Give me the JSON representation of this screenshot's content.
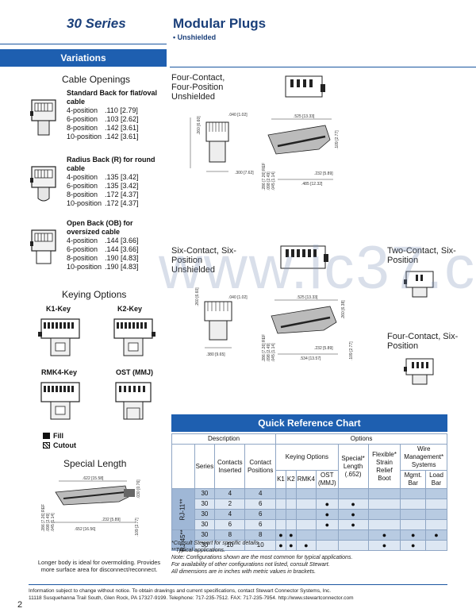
{
  "header": {
    "series": "30 Series",
    "title": "Modular Plugs",
    "subtitle": "• Unshielded"
  },
  "variations": {
    "title": "Variations"
  },
  "cable_openings": {
    "title": "Cable Openings",
    "groups": [
      {
        "heading": "Standard Back for flat/oval cable",
        "rows": [
          {
            "position": "4-position",
            "value": ".110 [2.79]"
          },
          {
            "position": "6-position",
            "value": ".103 [2.62]"
          },
          {
            "position": "8-position",
            "value": ".142 [3.61]"
          },
          {
            "position": "10-position",
            "value": ".142 [3.61]"
          }
        ]
      },
      {
        "heading": "Radius Back (R) for round cable",
        "rows": [
          {
            "position": "4-position",
            "value": ".135 [3.42]"
          },
          {
            "position": "6-position",
            "value": ".135 [3.42]"
          },
          {
            "position": "8-position",
            "value": ".172 [4.37]"
          },
          {
            "position": "10-position",
            "value": ".172 [4.37]"
          }
        ]
      },
      {
        "heading": "Open Back (OB) for oversized cable",
        "rows": [
          {
            "position": "4-position",
            "value": ".144 [3.66]"
          },
          {
            "position": "6-position",
            "value": ".144 [3.66]"
          },
          {
            "position": "8-position",
            "value": ".190 [4.83]"
          },
          {
            "position": "10-position",
            "value": ".190 [4.83]"
          }
        ]
      }
    ]
  },
  "keying": {
    "title": "Keying Options",
    "keys": [
      "K1-Key",
      "K2-Key",
      "RMK4-Key",
      "OST (MMJ)"
    ],
    "legend": [
      "Fill",
      "Cutout"
    ]
  },
  "special_length": {
    "title": "Special Length",
    "caption": "Longer body is ideal for overmolding. Provides more surface area for disconnect/reconnect.",
    "dims": [
      ".622 [15.58]",
      ".030 [0.76]",
      ".286 [7.26] REF",
      ".098 [2.49]",
      ".045 [1.14]",
      ".232 [5.89]",
      ".652 [16.56]",
      ".109 [2.77]"
    ]
  },
  "diagrams": {
    "four_contact": {
      "label": "Four-Contact, Four-Position Unshielded",
      "dims": [
        ".040 [1.02]",
        ".260 [6.60]",
        ".300 [7.62]",
        ".525 [13.33]",
        ".109 [2.77]",
        ".286 [7.26] REF",
        ".098 [2.49]",
        ".045 [1.14]",
        ".232 [5.89]",
        ".485 [12.32]"
      ]
    },
    "six_contact": {
      "label": "Six-Contact, Six-Position Unshielded",
      "dims": [
        ".040 [1.02]",
        ".260 [6.60]",
        ".380 [9.65]",
        ".525 [13.33]",
        ".260 [6.38]",
        ".286 [7.26] REF",
        ".098 [2.49]",
        ".045 [1.14]",
        ".232 [5.89]",
        ".534 [13.57]",
        ".109 [2.77]"
      ]
    },
    "two_contact": {
      "label": "Two-Contact, Six-Position"
    },
    "four_contact_six": {
      "label": "Four-Contact, Six-Position"
    }
  },
  "quick_reference": {
    "title": "Quick Reference Chart",
    "headers": {
      "description": "Description",
      "options": "Options",
      "series": "Series",
      "contacts": "Contacts Inserted",
      "positions": "Contact Positions",
      "keying": "Keying Options",
      "k1": "K1",
      "k2": "K2",
      "rmk4": "RMK4",
      "ost": "OST (MMJ)",
      "special": "Special* Length (.652)",
      "flexible": "Flexible* Strain Relief Boot",
      "wire": "Wire Management* Systems",
      "mgmt": "Mgmt. Bar",
      "load": "Load Bar"
    },
    "groups": {
      "rj11": "RJ-11**",
      "rj45": "RJ-45**"
    },
    "rows": [
      {
        "series": "30",
        "contacts": "4",
        "positions": "4",
        "k1": "",
        "k2": "",
        "rmk4": "",
        "ost": "",
        "special": "",
        "flexible": "",
        "mgmt": "",
        "load": ""
      },
      {
        "series": "30",
        "contacts": "2",
        "positions": "6",
        "k1": "",
        "k2": "",
        "rmk4": "",
        "ost": "●",
        "special": "●",
        "flexible": "",
        "mgmt": "",
        "load": ""
      },
      {
        "series": "30",
        "contacts": "4",
        "positions": "6",
        "k1": "",
        "k2": "",
        "rmk4": "",
        "ost": "●",
        "special": "●",
        "flexible": "",
        "mgmt": "",
        "load": ""
      },
      {
        "series": "30",
        "contacts": "6",
        "positions": "6",
        "k1": "",
        "k2": "",
        "rmk4": "",
        "ost": "●",
        "special": "●",
        "flexible": "",
        "mgmt": "",
        "load": ""
      },
      {
        "series": "30",
        "contacts": "8",
        "positions": "8",
        "k1": "●",
        "k2": "●",
        "rmk4": "",
        "ost": "",
        "special": "",
        "flexible": "●",
        "mgmt": "●",
        "load": "●"
      },
      {
        "series": "30",
        "contacts": "10",
        "positions": "10",
        "k1": "●",
        "k2": "●",
        "rmk4": "●",
        "ost": "",
        "special": "",
        "flexible": "●",
        "mgmt": "●",
        "load": ""
      }
    ],
    "notes": [
      "*Consult Stewart for specific details.",
      "**Typical applications.",
      "Note: Configurations shown are the most common for typical applications.",
      "For availability of other configurations not listed, consult Stewart.",
      "All dimensions are in inches with metric values in brackets."
    ]
  },
  "footer": {
    "line1": "Information subject to change without notice. To obtain drawings and current specifications, contact Stewart Connector Systems, Inc.",
    "line2": "11118 Susquehanna Trail South, Glen Rock, PA 17327-9199. Telephone: 717-235-7512. FAX: 717-235-7954. http://www.stewartconnector.com",
    "page": "2"
  },
  "watermark": "www.ic37.com"
}
